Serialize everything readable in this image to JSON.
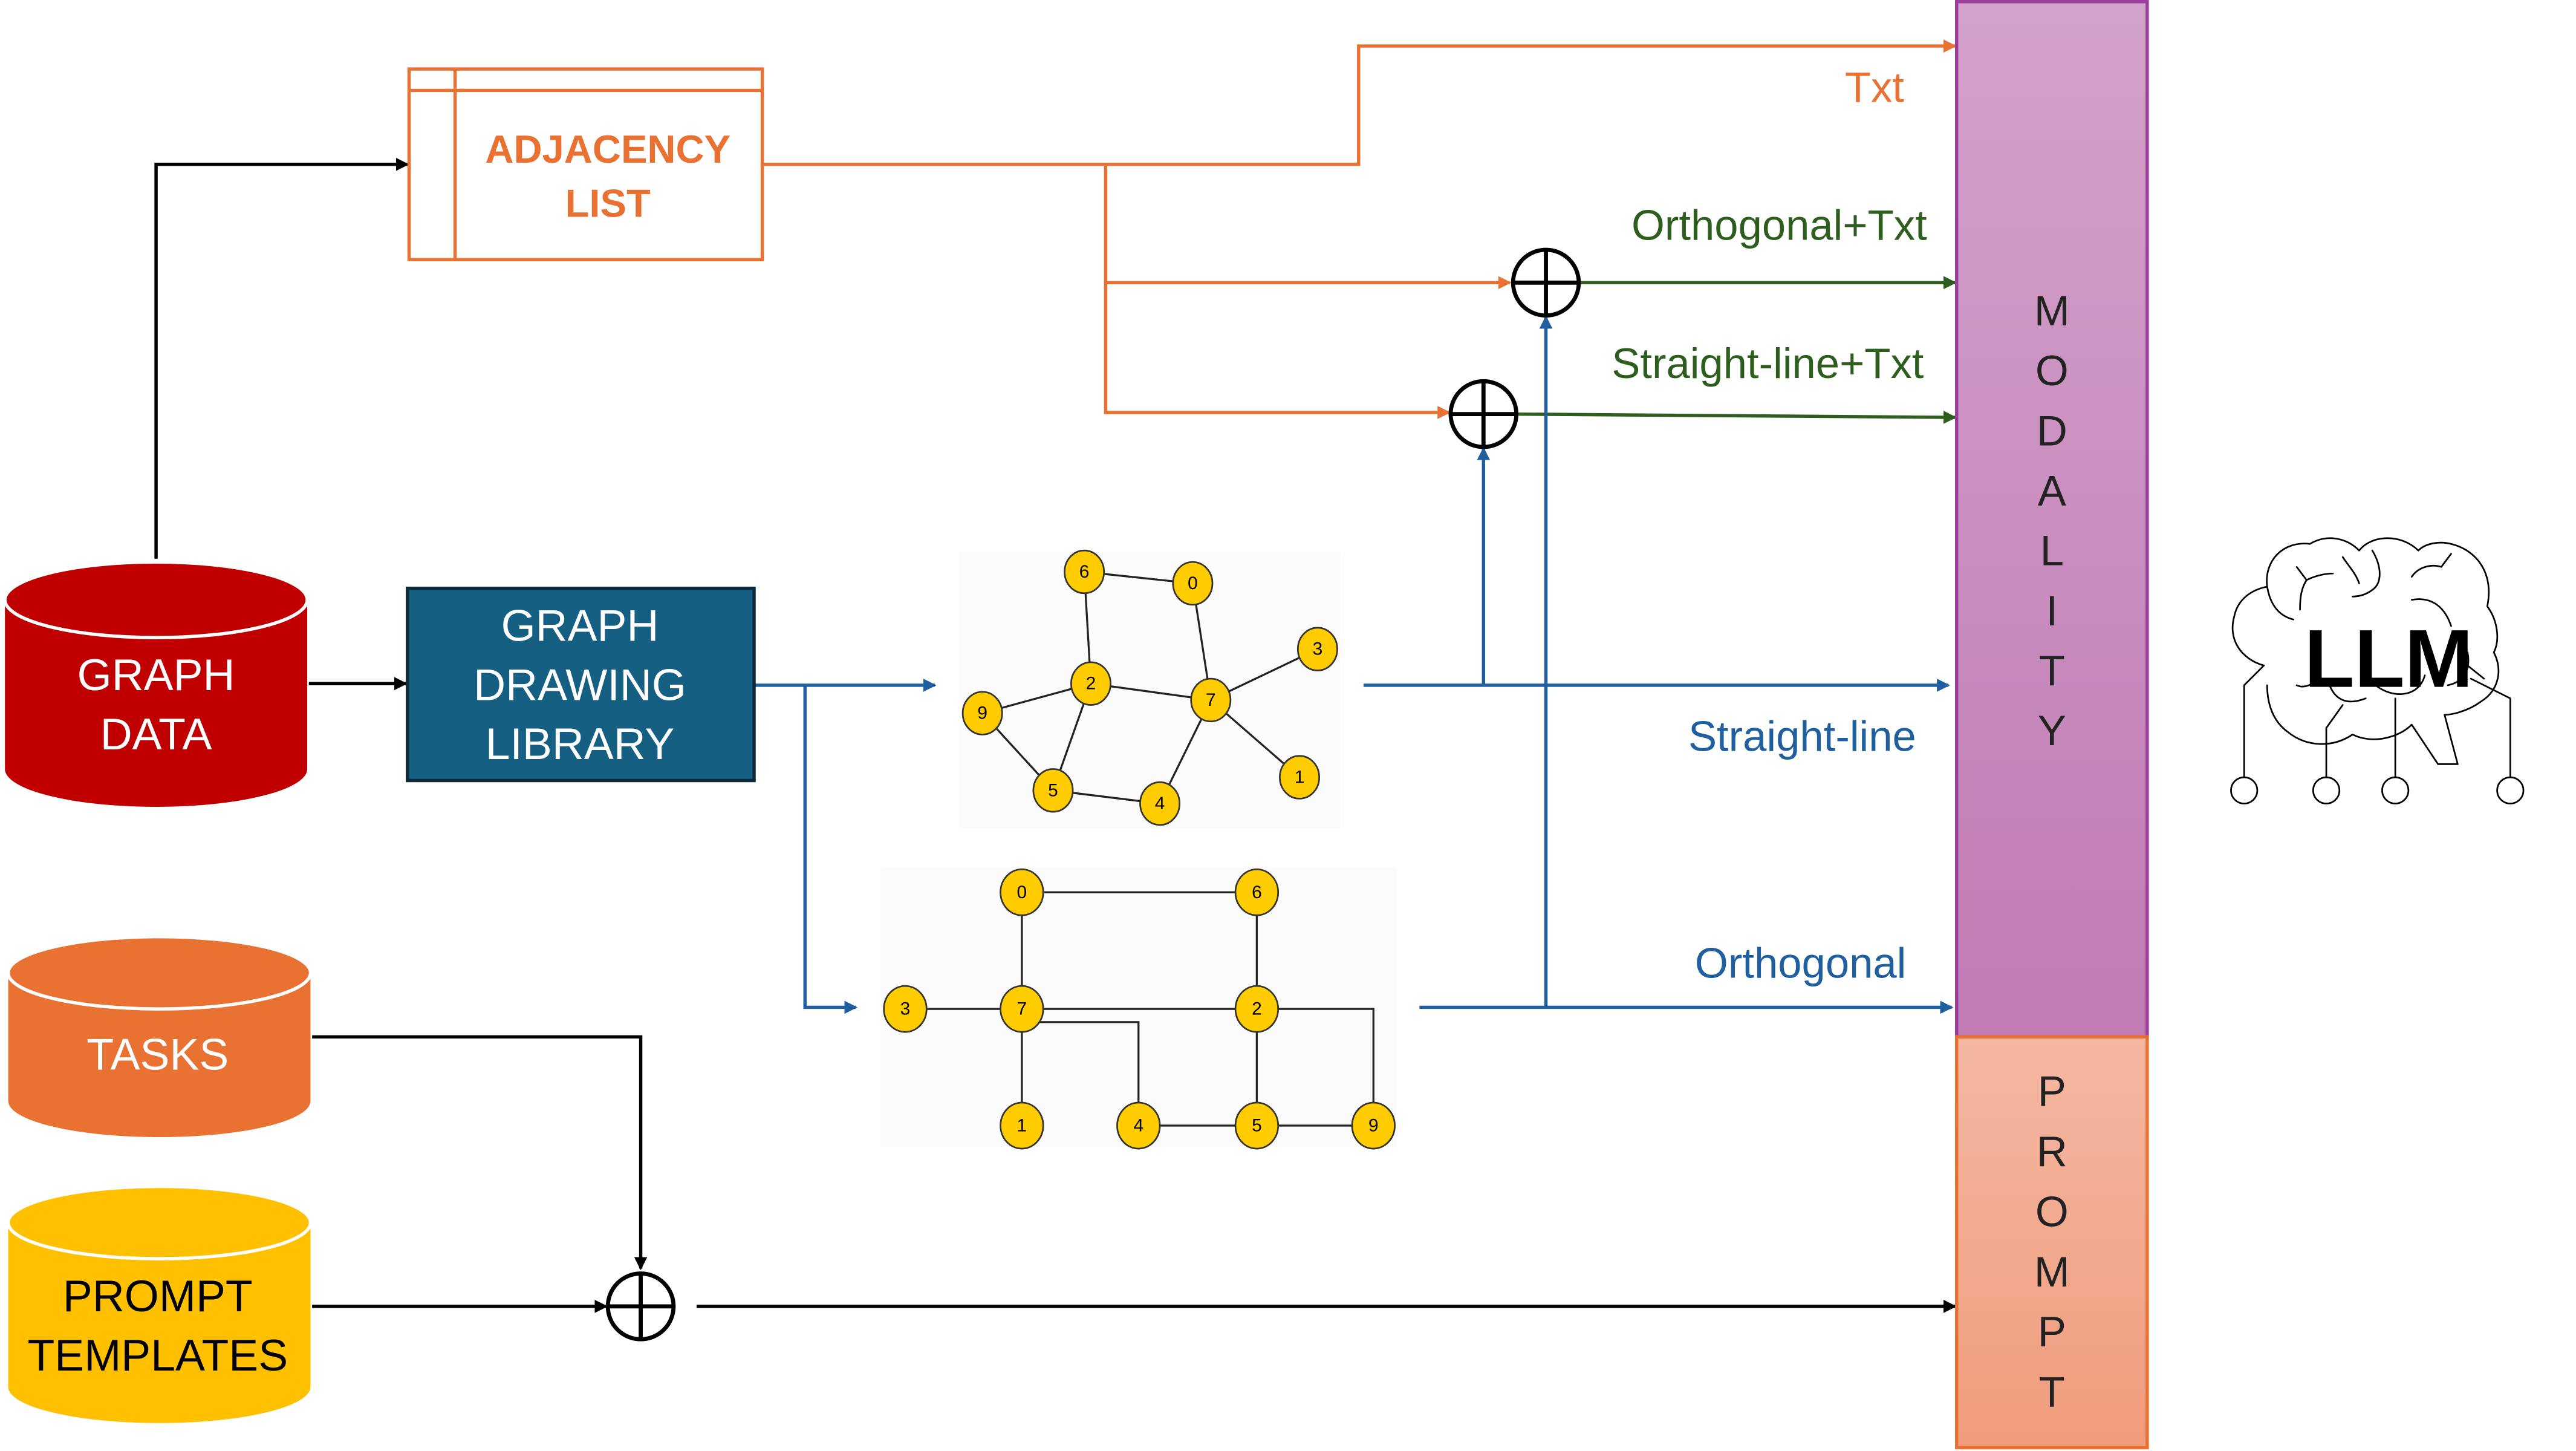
{
  "sources": {
    "graph_data": [
      "GRAPH",
      "DATA"
    ],
    "tasks": "TASKS",
    "prompt_templates": [
      "PROMPT",
      "TEMPLATES"
    ]
  },
  "adjacency_list": [
    "ADJACENCY",
    "LIST"
  ],
  "graph_drawing_library": [
    "GRAPH",
    "DRAWING",
    "LIBRARY"
  ],
  "edge_labels": {
    "txt": "Txt",
    "orthogonal_txt": "Orthogonal+Txt",
    "straight_line_txt": "Straight-line+Txt",
    "straight_line": "Straight-line",
    "orthogonal": "Orthogonal"
  },
  "modality_letters": [
    "M",
    "O",
    "D",
    "A",
    "L",
    "I",
    "T",
    "Y"
  ],
  "prompt_letters": [
    "P",
    "R",
    "O",
    "M",
    "P",
    "T"
  ],
  "llm_label": "LLM",
  "graph": {
    "nodes": [
      "0",
      "1",
      "2",
      "3",
      "4",
      "5",
      "6",
      "7",
      "9"
    ],
    "straight_line_edges": [
      [
        "6",
        "0"
      ],
      [
        "6",
        "2"
      ],
      [
        "0",
        "7"
      ],
      [
        "2",
        "7"
      ],
      [
        "7",
        "3"
      ],
      [
        "2",
        "9"
      ],
      [
        "2",
        "5"
      ],
      [
        "9",
        "5"
      ],
      [
        "5",
        "4"
      ],
      [
        "4",
        "7"
      ],
      [
        "7",
        "1"
      ]
    ],
    "orthogonal_edges": [
      [
        "0",
        "6"
      ],
      [
        "0",
        "7"
      ],
      [
        "6",
        "2"
      ],
      [
        "3",
        "7"
      ],
      [
        "7",
        "2"
      ],
      [
        "7",
        "4"
      ],
      [
        "7",
        "1"
      ],
      [
        "2",
        "5"
      ],
      [
        "2",
        "9"
      ],
      [
        "4",
        "5"
      ],
      [
        "5",
        "9"
      ]
    ]
  },
  "colors": {
    "orange": "#E97132",
    "green": "#2E5E1E",
    "blue": "#1F5FA0",
    "graph_data": "#C00000",
    "tasks": "#E97132",
    "prompt_templates": "#FFC000",
    "library": "#156082",
    "node": "#FFCC00",
    "modality": "#C98BC0",
    "prompt": "#F2A98C"
  }
}
